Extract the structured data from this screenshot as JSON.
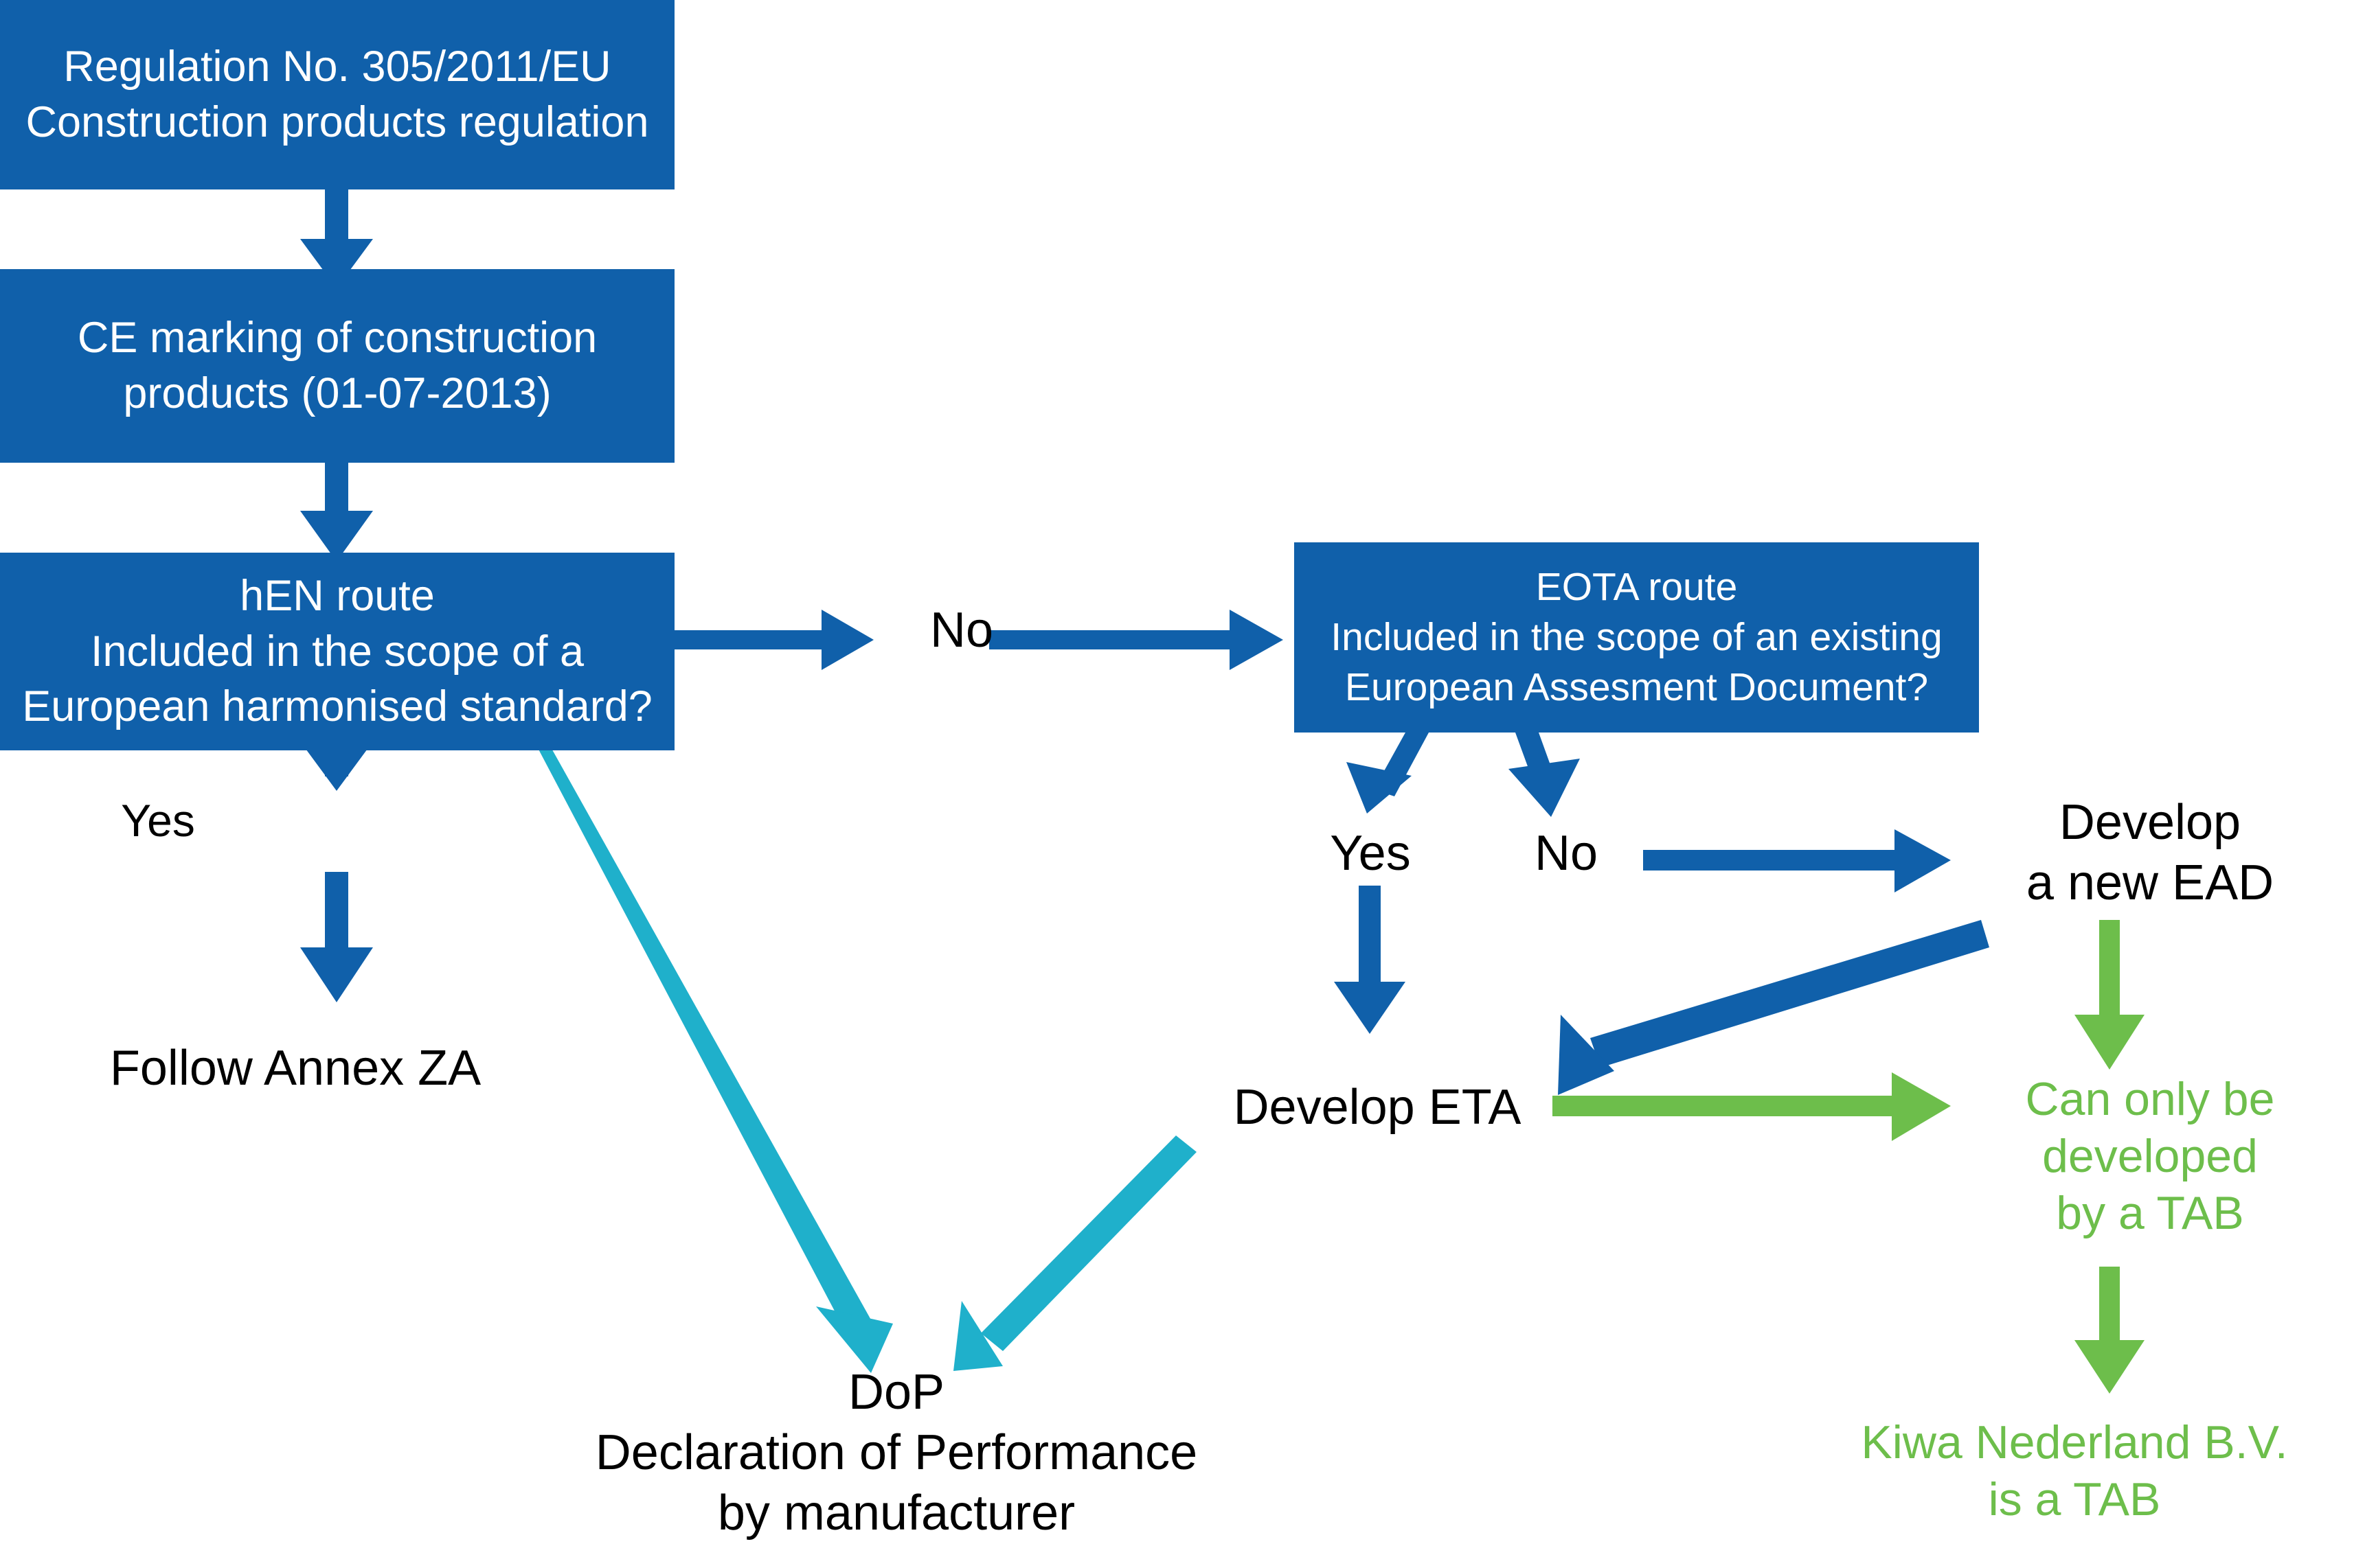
{
  "diagram": {
    "title": "CE marking route decision flowchart",
    "colors": {
      "box_blue": "#1060AA",
      "arrow_blue": "#1060AA",
      "arrow_cyan": "#1FB0CB",
      "arrow_green": "#6DBE4B",
      "text_black": "#000000",
      "text_white": "#FFFFFF",
      "background": "#FFFFFF"
    },
    "boxes": [
      {
        "id": "regulation",
        "text": "Regulation No. 305/2011/EU\nConstruction products regulation"
      },
      {
        "id": "ce-marking",
        "text": "CE marking of construction\nproducts (01-07-2013)"
      },
      {
        "id": "hen-route",
        "text": "hEN route\nIncluded in the scope of a\nEuropean harmonised standard?"
      },
      {
        "id": "eota-route",
        "text": "EOTA route\nIncluded in the scope of an existing\nEuropean Assesment Document?"
      }
    ],
    "labels": {
      "yes_hen": "Yes",
      "no_hen": "No",
      "follow_annex_za": "Follow Annex ZA",
      "yes_eota": "Yes",
      "no_eota": "No",
      "develop_eta": "Develop ETA",
      "develop_new_ead": "Develop\na new EAD",
      "dop": "DoP\nDeclaration of Performance\nby manufacturer",
      "can_only_be_developed_by_tab": "Can only be\ndeveloped\nby a TAB",
      "kiwa_is_tab": "Kiwa Nederland B.V.\nis a TAB"
    },
    "connectors": [
      {
        "id": "regulation-to-ce",
        "from": "regulation",
        "to": "ce-marking",
        "color": "#1060AA",
        "direction": "down"
      },
      {
        "id": "ce-to-hen",
        "from": "ce-marking",
        "to": "hen-route",
        "color": "#1060AA",
        "direction": "down"
      },
      {
        "id": "hen-to-no-label",
        "from": "hen-route",
        "to": "no_hen",
        "color": "#1060AA",
        "direction": "right"
      },
      {
        "id": "no-label-to-eota",
        "from": "no_hen",
        "to": "eota-route",
        "color": "#1060AA",
        "direction": "right"
      },
      {
        "id": "hen-to-yes",
        "from": "hen-route",
        "to": "yes_hen",
        "color": "#1060AA",
        "direction": "down"
      },
      {
        "id": "yes-to-annex-za",
        "from": "yes_hen",
        "to": "follow_annex_za",
        "color": "#1060AA",
        "direction": "down"
      },
      {
        "id": "hen-to-dop",
        "from": "hen-route",
        "to": "dop",
        "color": "#1FB0CB",
        "direction": "diagonal-down-right"
      },
      {
        "id": "eta-to-dop",
        "from": "develop_eta",
        "to": "dop",
        "color": "#1FB0CB",
        "direction": "diagonal-down-left"
      },
      {
        "id": "eota-to-yes",
        "from": "eota-route",
        "to": "yes_eota",
        "color": "#1060AA",
        "direction": "diagonal-down-left"
      },
      {
        "id": "eota-to-no",
        "from": "eota-route",
        "to": "no_eota",
        "color": "#1060AA",
        "direction": "diagonal-down-right"
      },
      {
        "id": "yes-eota-to-eta",
        "from": "yes_eota",
        "to": "develop_eta",
        "color": "#1060AA",
        "direction": "down"
      },
      {
        "id": "no-eota-to-new-ead",
        "from": "no_eota",
        "to": "develop_new_ead",
        "color": "#1060AA",
        "direction": "right"
      },
      {
        "id": "new-ead-to-eta",
        "from": "develop_new_ead",
        "to": "develop_eta",
        "color": "#1060AA",
        "direction": "diagonal-down-left"
      },
      {
        "id": "new-ead-to-tab",
        "from": "develop_new_ead",
        "to": "can_only_be_developed_by_tab",
        "color": "#6DBE4B",
        "direction": "down"
      },
      {
        "id": "eta-to-tab",
        "from": "develop_eta",
        "to": "can_only_be_developed_by_tab",
        "color": "#6DBE4B",
        "direction": "right"
      },
      {
        "id": "tab-to-kiwa",
        "from": "can_only_be_developed_by_tab",
        "to": "kiwa_is_tab",
        "color": "#6DBE4B",
        "direction": "down"
      }
    ]
  }
}
